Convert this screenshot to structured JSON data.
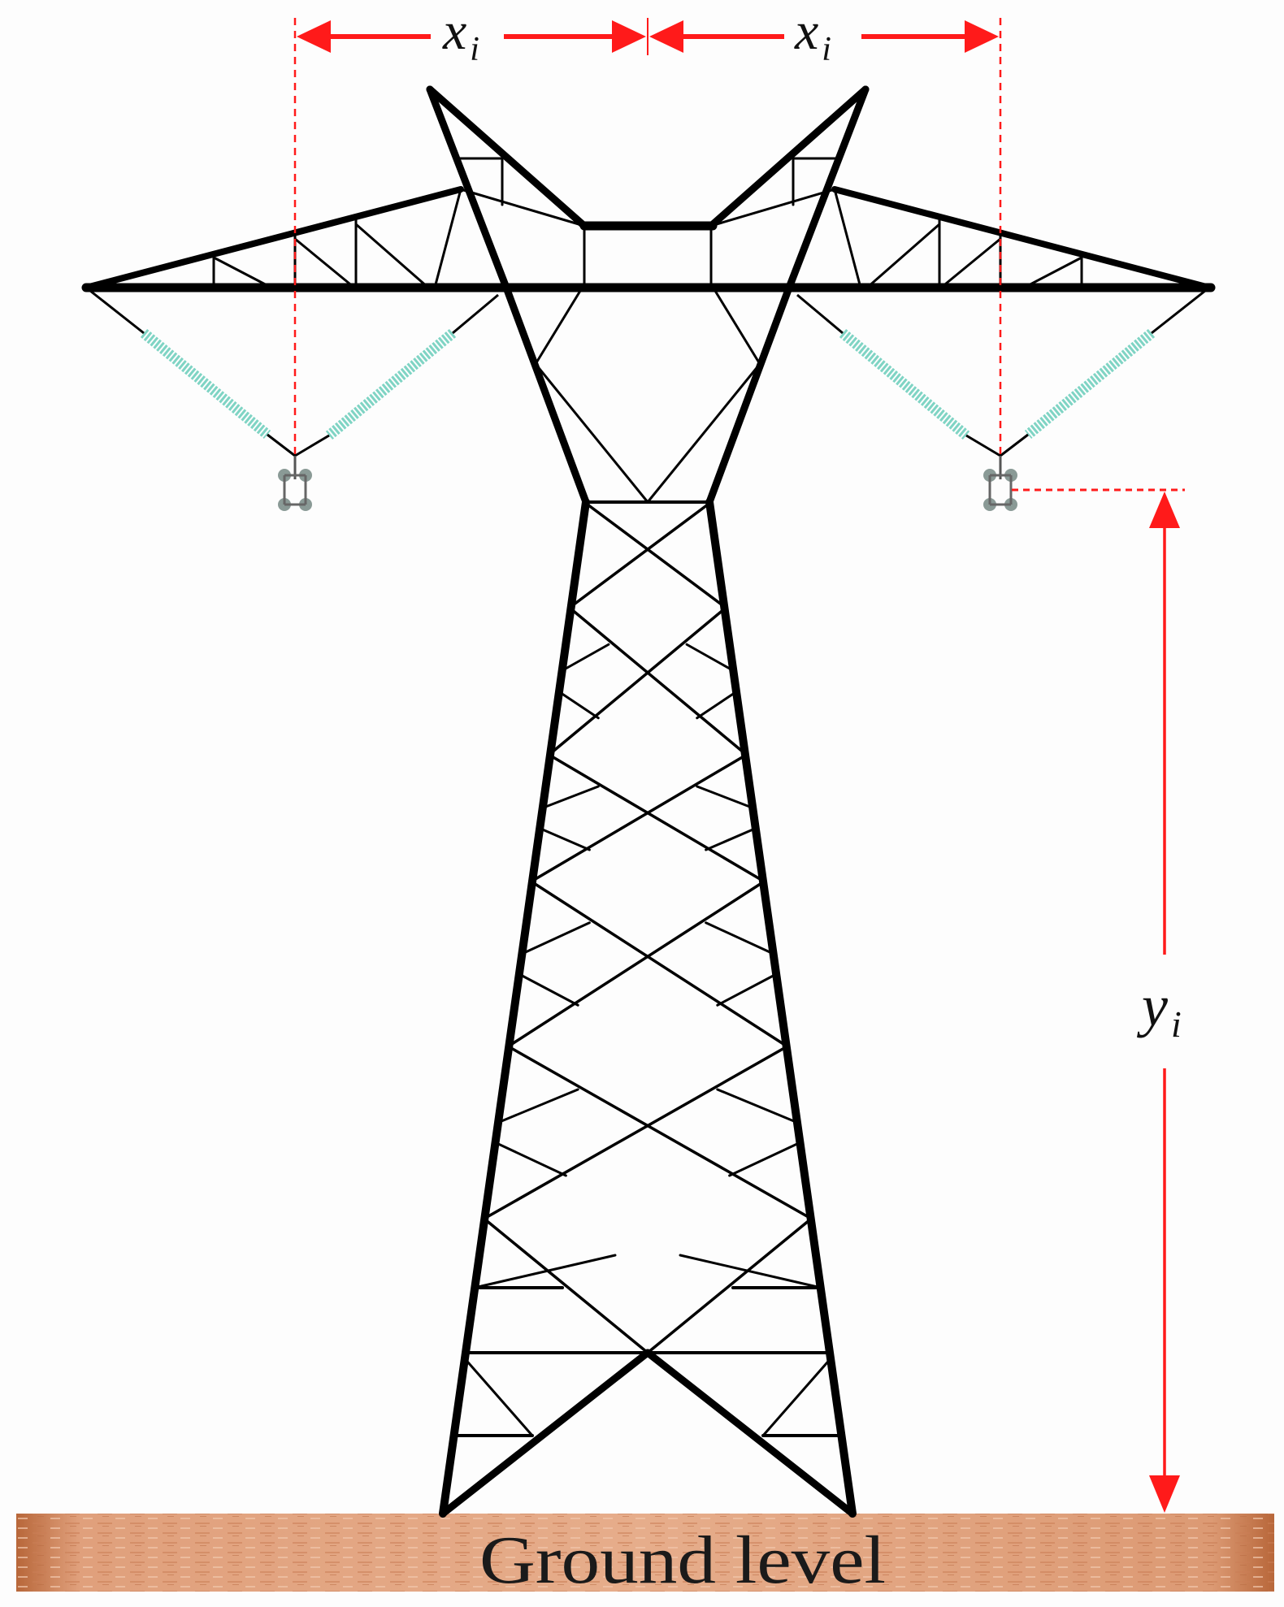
{
  "labels": {
    "horizontal_offset_left": "x",
    "horizontal_offset_left_sub": "i",
    "horizontal_offset_right": "x",
    "horizontal_offset_right_sub": "i",
    "conductor_height": "y",
    "conductor_height_sub": "i",
    "ground": "Ground level"
  },
  "colors": {
    "dimension": "#ff1a1a",
    "tower": "#000000",
    "insulator": "#7fd4c4",
    "conductor": "#8a9a96",
    "ground": "#d9936a"
  }
}
